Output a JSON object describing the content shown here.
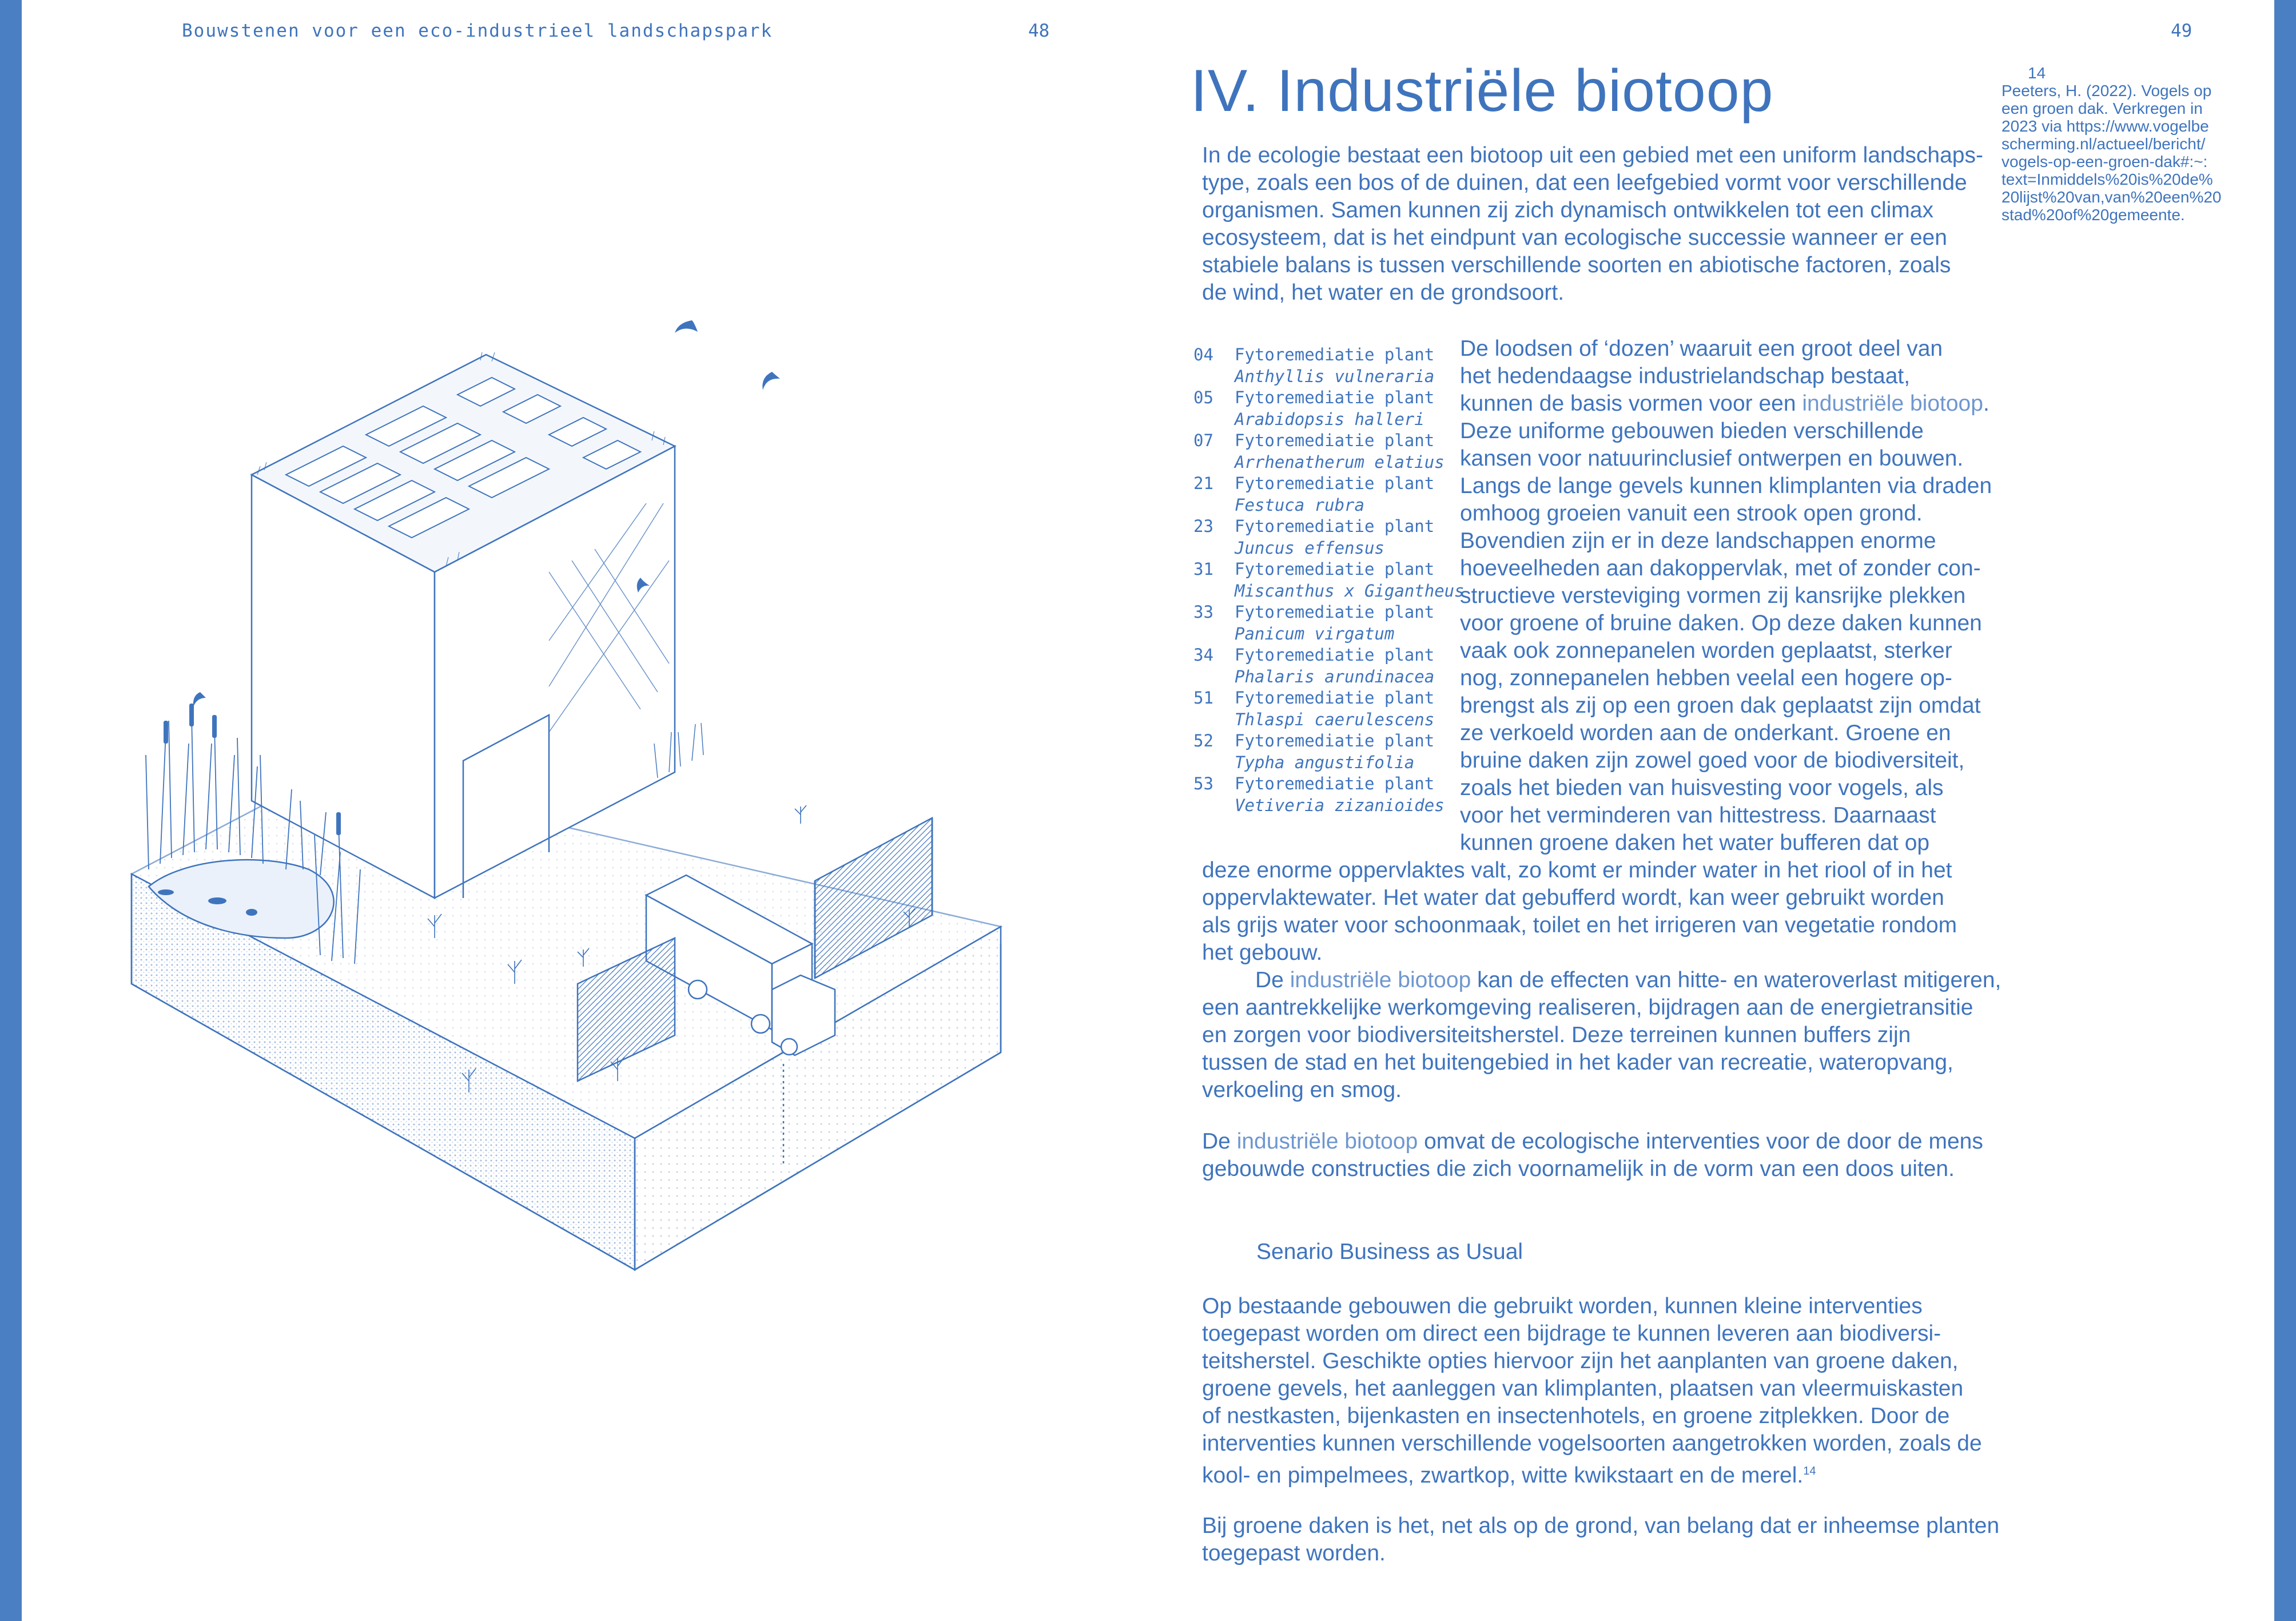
{
  "header": {
    "running_title": "Bouwstenen voor een eco-industrieel landschapspark",
    "left_page_number": "48",
    "right_page_number": "49"
  },
  "chapter_title": "IV. Industriële biotoop",
  "intro_lines": [
    "In de ecologie bestaat een biotoop uit een gebied met een uniform landschaps-",
    "type, zoals een bos of de duinen, dat een leefgebied vormt voor verschillende",
    "organismen. Samen kunnen zij zich dynamisch ontwikkelen tot een climax",
    "ecosysteem, dat is het eindpunt van ecologische successie wanneer er een",
    "stabiele balans is tussen verschillende soorten en abiotische factoren, zoals",
    "de wind, het water en de grondsoort."
  ],
  "species_list": [
    {
      "code": "04",
      "label": "Fytoremediatie plant",
      "latin": "Anthyllis vulneraria"
    },
    {
      "code": "05",
      "label": "Fytoremediatie plant",
      "latin": "Arabidopsis halleri"
    },
    {
      "code": "07",
      "label": "Fytoremediatie plant",
      "latin": "Arrhenatherum elatius"
    },
    {
      "code": "21",
      "label": "Fytoremediatie plant",
      "latin": "Festuca rubra"
    },
    {
      "code": "23",
      "label": "Fytoremediatie plant",
      "latin": "Juncus effensus"
    },
    {
      "code": "31",
      "label": "Fytoremediatie plant",
      "latin": "Miscanthus x Gigantheus"
    },
    {
      "code": "33",
      "label": "Fytoremediatie plant",
      "latin": "Panicum virgatum"
    },
    {
      "code": "34",
      "label": "Fytoremediatie plant",
      "latin": "Phalaris arundinacea"
    },
    {
      "code": "51",
      "label": "Fytoremediatie plant",
      "latin": "Thlaspi caerulescens"
    },
    {
      "code": "52",
      "label": "Fytoremediatie plant",
      "latin": "Typha angustifolia"
    },
    {
      "code": "53",
      "label": "Fytoremediatie plant",
      "latin": "Vetiveria zizanioides"
    }
  ],
  "body1_lines": [
    "De loodsen of ‘dozen’ waaruit een groot deel van",
    "het hedendaagse industrielandschap bestaat,",
    "kunnen de basis vormen voor een ",
    "Deze uniforme gebouwen bieden verschillende",
    "kansen voor natuurinclusief ontwerpen en bouwen.",
    "Langs de lange gevels kunnen klimplanten via draden",
    "omhoog groeien vanuit een strook open grond.",
    "Bovendien zijn er in deze landschappen enorme",
    "hoeveelheden aan dakoppervlak, met of zonder con-",
    "structieve versteviging vormen zij kansrijke plekken",
    "voor groene of bruine daken. Op deze daken kunnen",
    "vaak ook zonnepanelen worden geplaatst, sterker",
    "nog, zonnepanelen hebben veelal een hogere op-",
    "brengst als zij op een groen dak geplaatst zijn omdat",
    "ze verkoeld worden aan de onderkant. Groene en",
    "bruine daken zijn zowel goed voor de biodiversiteit,",
    "zoals het bieden van huisvesting voor vogels, als",
    "voor het verminderen van hittestress. Daarnaast",
    "kunnen groene daken het water bufferen dat op"
  ],
  "term": "industriële biotoop",
  "body2_lines": [
    "deze enorme oppervlaktes valt, zo komt er minder water in het riool of in het",
    "oppervlaktewater. Het water dat gebufferd wordt, kan weer gebruikt worden",
    "als grijs water voor schoonmaak, toilet en het irrigeren van vegetatie rondom",
    "het gebouw."
  ],
  "body3_rest": " kan de effecten van hitte- en wateroverlast mitigeren,",
  "body3_lines": [
    "een aantrekkelijke werkomgeving realiseren, bijdragen aan de energietransitie",
    "en zorgen voor biodiversiteitsherstel. Deze terreinen kunnen buffers zijn",
    "tussen de stad en het buitengebied in het kader van recreatie, wateropvang,",
    "verkoeling en smog."
  ],
  "body4_rest": " omvat de ecologische interventies voor de door de mens",
  "body4_line2": "gebouwde constructies die zich voornamelijk in de vorm van een doos uiten.",
  "word_de": "De",
  "scenario_heading": "Senario Business as Usual",
  "body5_lines": [
    "Op bestaande gebouwen die gebruikt worden, kunnen kleine interventies",
    "toegepast worden om direct een bijdrage te kunnen leveren aan biodiversi-",
    "teitsherstel. Geschikte opties hiervoor zijn het aanplanten van groene daken,",
    "groene gevels, het aanleggen van klimplanten, plaatsen van vleermuiskasten",
    "of nestkasten, bijenkasten en insectenhotels, en groene zitplekken. Door de",
    "interventies kunnen verschillende vogelsoorten aangetrokken worden, zoals de",
    "kool- en pimpelmees, zwartkop, witte kwikstaart en de merel."
  ],
  "footnote_ref": "14",
  "body6_lines": [
    "Bij groene daken is het, net als op de grond, van belang dat er inheemse planten",
    "toegepast worden."
  ],
  "footnote": {
    "number": "14",
    "lines": [
      "Peeters, H. (2022). Vogels op",
      "een groen dak. Verkregen in",
      "2023 via https://www.vogelbe",
      "scherming.nl/actueel/bericht/",
      "vogels-op-een-groen-dak#:~:",
      "text=Inmiddels%20is%20de%",
      "20lijst%20van,van%20een%20",
      "stad%20of%20gemeente."
    ]
  },
  "colors": {
    "ink": "#3f74bd",
    "highlight": "#6f97cf",
    "edge": "#4b7fc3"
  }
}
